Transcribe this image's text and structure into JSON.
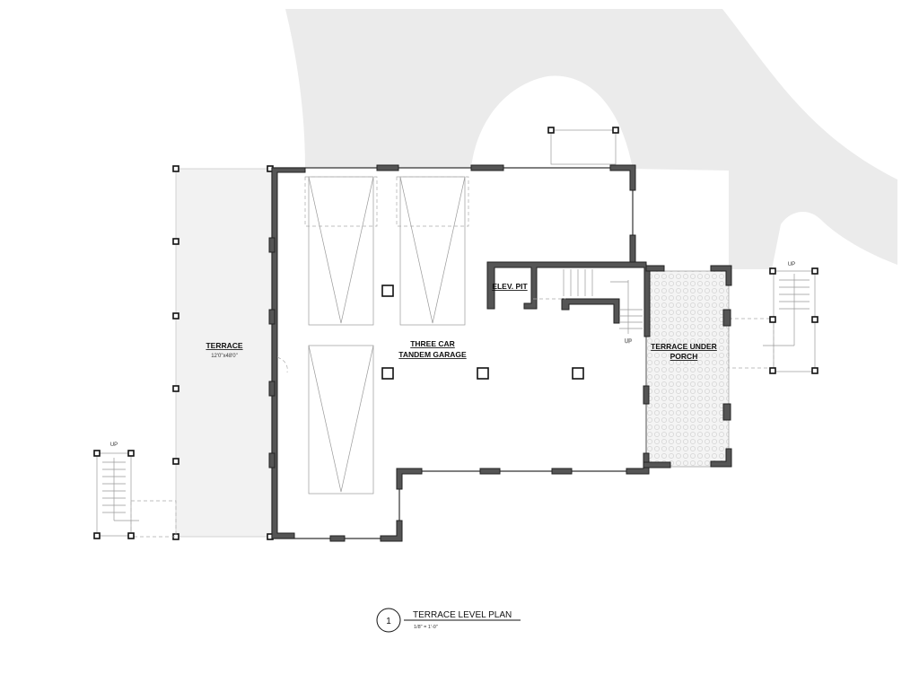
{
  "plan": {
    "rooms": {
      "terrace": {
        "name": "TERRACE",
        "size": "12'0\"x48'0\""
      },
      "garage": {
        "line1": "THREE CAR",
        "line2": "TANDEM GARAGE"
      },
      "elevator": {
        "name": "ELEV. PIT"
      },
      "porch": {
        "line1": "TERRACE UNDER",
        "line2": "PORCH"
      }
    },
    "stair_labels": {
      "left": "UP",
      "right": "UP",
      "interior": "UP"
    },
    "title_block": {
      "number": "1",
      "title": "TERRACE LEVEL PLAN",
      "scale": "1/8\" = 1'-0\""
    }
  },
  "colors": {
    "driveway": "#ebebeb",
    "terrace": "#f2f2f2",
    "wall": "#555555"
  }
}
